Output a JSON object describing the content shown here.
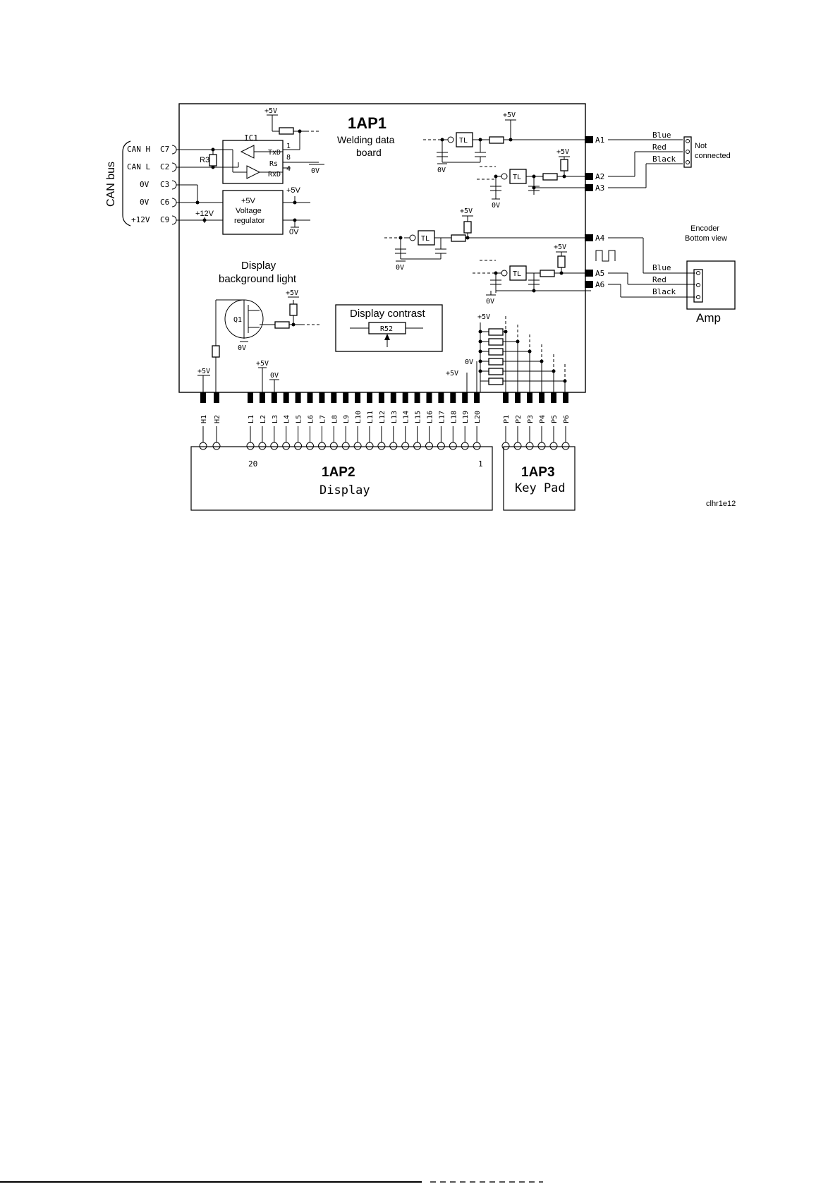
{
  "board": {
    "id": "1AP1",
    "title_line1": "Welding data",
    "title_line2": "board"
  },
  "can_bus": {
    "label": "CAN bus",
    "pins": [
      {
        "name": "CAN H",
        "pin": "C7"
      },
      {
        "name": "CAN L",
        "pin": "C2"
      },
      {
        "name": "0V",
        "pin": "C3"
      },
      {
        "name": "0V",
        "pin": "C6"
      },
      {
        "name": "+12V",
        "pin": "C9"
      }
    ]
  },
  "ic1": {
    "label": "IC1",
    "txd": "TxD",
    "rs": "Rs",
    "rxd": "RxD",
    "pin1": "1",
    "pin8": "8",
    "pin4": "4",
    "resistor": "R3"
  },
  "regulator": {
    "line1": "+5V",
    "line2": "Voltage",
    "line3": "regulator",
    "in_label": "+12V",
    "out_label": "+5V",
    "gnd_label": "0V"
  },
  "supply": {
    "plus5v": "+5V",
    "zero_v": "0V",
    "plus5v_key": "+5V",
    "plus5v_l19": "+5V",
    "zero_v_l20": "0V"
  },
  "backlight": {
    "title_line1": "Display",
    "title_line2": "background light",
    "transistor": "Q1"
  },
  "contrast": {
    "title": "Display contrast",
    "resistor": "R52"
  },
  "schmitt_symbol": "TL",
  "outputs": [
    "A1",
    "A2",
    "A3",
    "A4",
    "A5",
    "A6"
  ],
  "top_connector": {
    "wires": [
      "Blue",
      "Red",
      "Black"
    ],
    "note_line1": "Not",
    "note_line2": "connected"
  },
  "encoder": {
    "title_line1": "Encoder",
    "title_line2": "Bottom view",
    "wires": [
      "Blue",
      "Red",
      "Black"
    ],
    "name": "Amp"
  },
  "bottom_pins": {
    "h": [
      "H1",
      "H2"
    ],
    "l": [
      "L1",
      "L2",
      "L3",
      "L4",
      "L5",
      "L6",
      "L7",
      "L8",
      "L9",
      "L10",
      "L11",
      "L12",
      "L13",
      "L14",
      "L15",
      "L16",
      "L17",
      "L18",
      "L19",
      "L20"
    ],
    "p": [
      "P1",
      "P2",
      "P3",
      "P4",
      "P5",
      "P6"
    ]
  },
  "display_module": {
    "id": "1AP2",
    "name": "Display",
    "left_num": "20",
    "right_num": "1"
  },
  "keypad_module": {
    "id": "1AP3",
    "name": "Key Pad"
  },
  "drawing_ref": "clhr1e12"
}
